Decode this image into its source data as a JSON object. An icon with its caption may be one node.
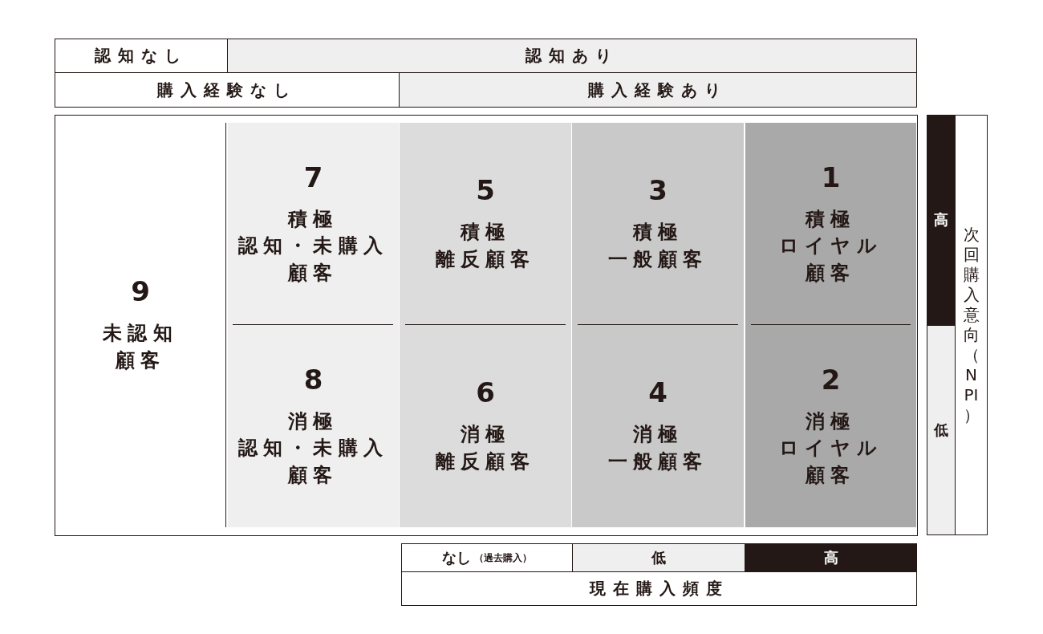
{
  "diagram": {
    "nodes": [
      {
        "text": [
          "認知なし"
        ]
      },
      {
        "text": [
          "認知あり"
        ]
      },
      {
        "text": [
          "購入経験なし"
        ]
      },
      {
        "text": [
          "購入経験あり"
        ]
      },
      {
        "text": [
          "9",
          "未認知",
          "顧客"
        ]
      },
      {
        "text": [
          "7",
          "積極",
          "認知・未購入",
          "顧客"
        ]
      },
      {
        "text": [
          "5",
          "積極",
          "離反顧客"
        ]
      },
      {
        "text": [
          "3",
          "積極",
          "一般顧客"
        ]
      },
      {
        "text": [
          "1",
          "積極",
          "ロイヤル",
          "顧客"
        ]
      },
      {
        "text": [
          "8",
          "消極",
          "認知・未購入",
          "顧客"
        ]
      },
      {
        "text": [
          "6",
          "消極",
          "離反顧客"
        ]
      },
      {
        "text": [
          "4",
          "消極",
          "一般顧客"
        ]
      },
      {
        "text": [
          "2",
          "消極",
          "ロイヤル",
          "顧客"
        ]
      },
      {
        "text": [
          "高"
        ]
      },
      {
        "text": [
          "低"
        ]
      },
      {
        "text": [
          "次回購入意向（NPI）"
        ]
      },
      {
        "text": [
          "なし",
          "（過去購入）"
        ]
      },
      {
        "text": [
          "低"
        ]
      },
      {
        "text": [
          "高"
        ]
      },
      {
        "text": [
          "現在購入頻度"
        ]
      }
    ],
    "edges": []
  }
}
